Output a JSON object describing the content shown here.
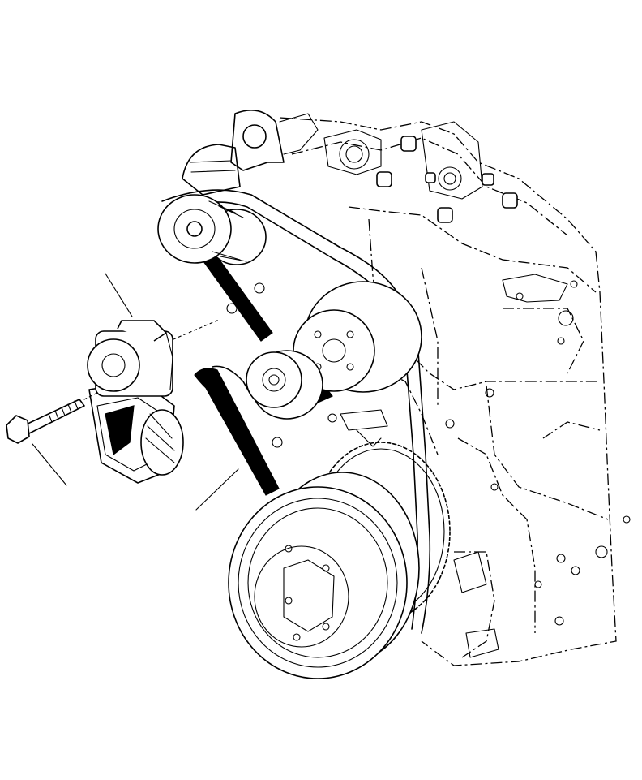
{
  "figure": {
    "components": {
      "engine_block": "engine-block",
      "crankshaft_pulley": "crankshaft-pulley",
      "water_pump_pulley": "water-pump-pulley",
      "idler_pulley": "idler-pulley",
      "alternator_pulley": "alternator-pulley",
      "belt_tensioner": "belt-tensioner",
      "tensioner_bolt": "tensioner-bolt",
      "drive_belt": "drive-belt",
      "flywheel_ring": "tone-wheel"
    },
    "callouts": [
      "tensioner-leader",
      "bolt-leader",
      "belt-leader"
    ],
    "colors": {
      "line": "#000000",
      "background": "#ffffff",
      "belt": "#000000"
    }
  }
}
